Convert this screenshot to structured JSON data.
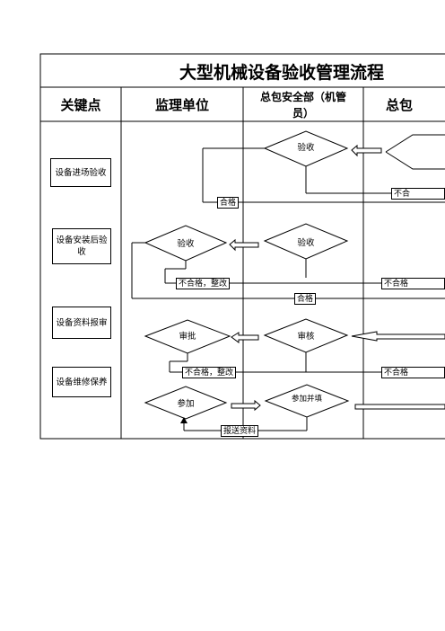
{
  "title": "大型机械设备验收管理流程",
  "columns": {
    "key_points": "关键点",
    "supervisor": "监理单位",
    "gc_safety_line1": "总包安全部（机管",
    "gc_safety_line2": "员）",
    "gc_other": "总包"
  },
  "key_points": {
    "entry": "设备进场验收",
    "install": "设备安装后验收",
    "docs": "设备资料报审",
    "maintain": "设备维修保养"
  },
  "shapes": {
    "gc_accept_top": "验收",
    "sup_accept": "验收",
    "gc_accept_mid": "验收",
    "sup_approve": "审批",
    "gc_review": "审核",
    "sup_participate": "参加",
    "gc_participate_fill": "参加并填"
  },
  "labels": {
    "pass_1": "合格",
    "fail_top_right": "不合",
    "fail_fix_1": "不合格，整改",
    "fail_right_2": "不合格",
    "pass_2": "合格",
    "fail_fix_2": "不合格，整改",
    "fail_right_3": "不合格",
    "submit_docs": "报送资料"
  }
}
